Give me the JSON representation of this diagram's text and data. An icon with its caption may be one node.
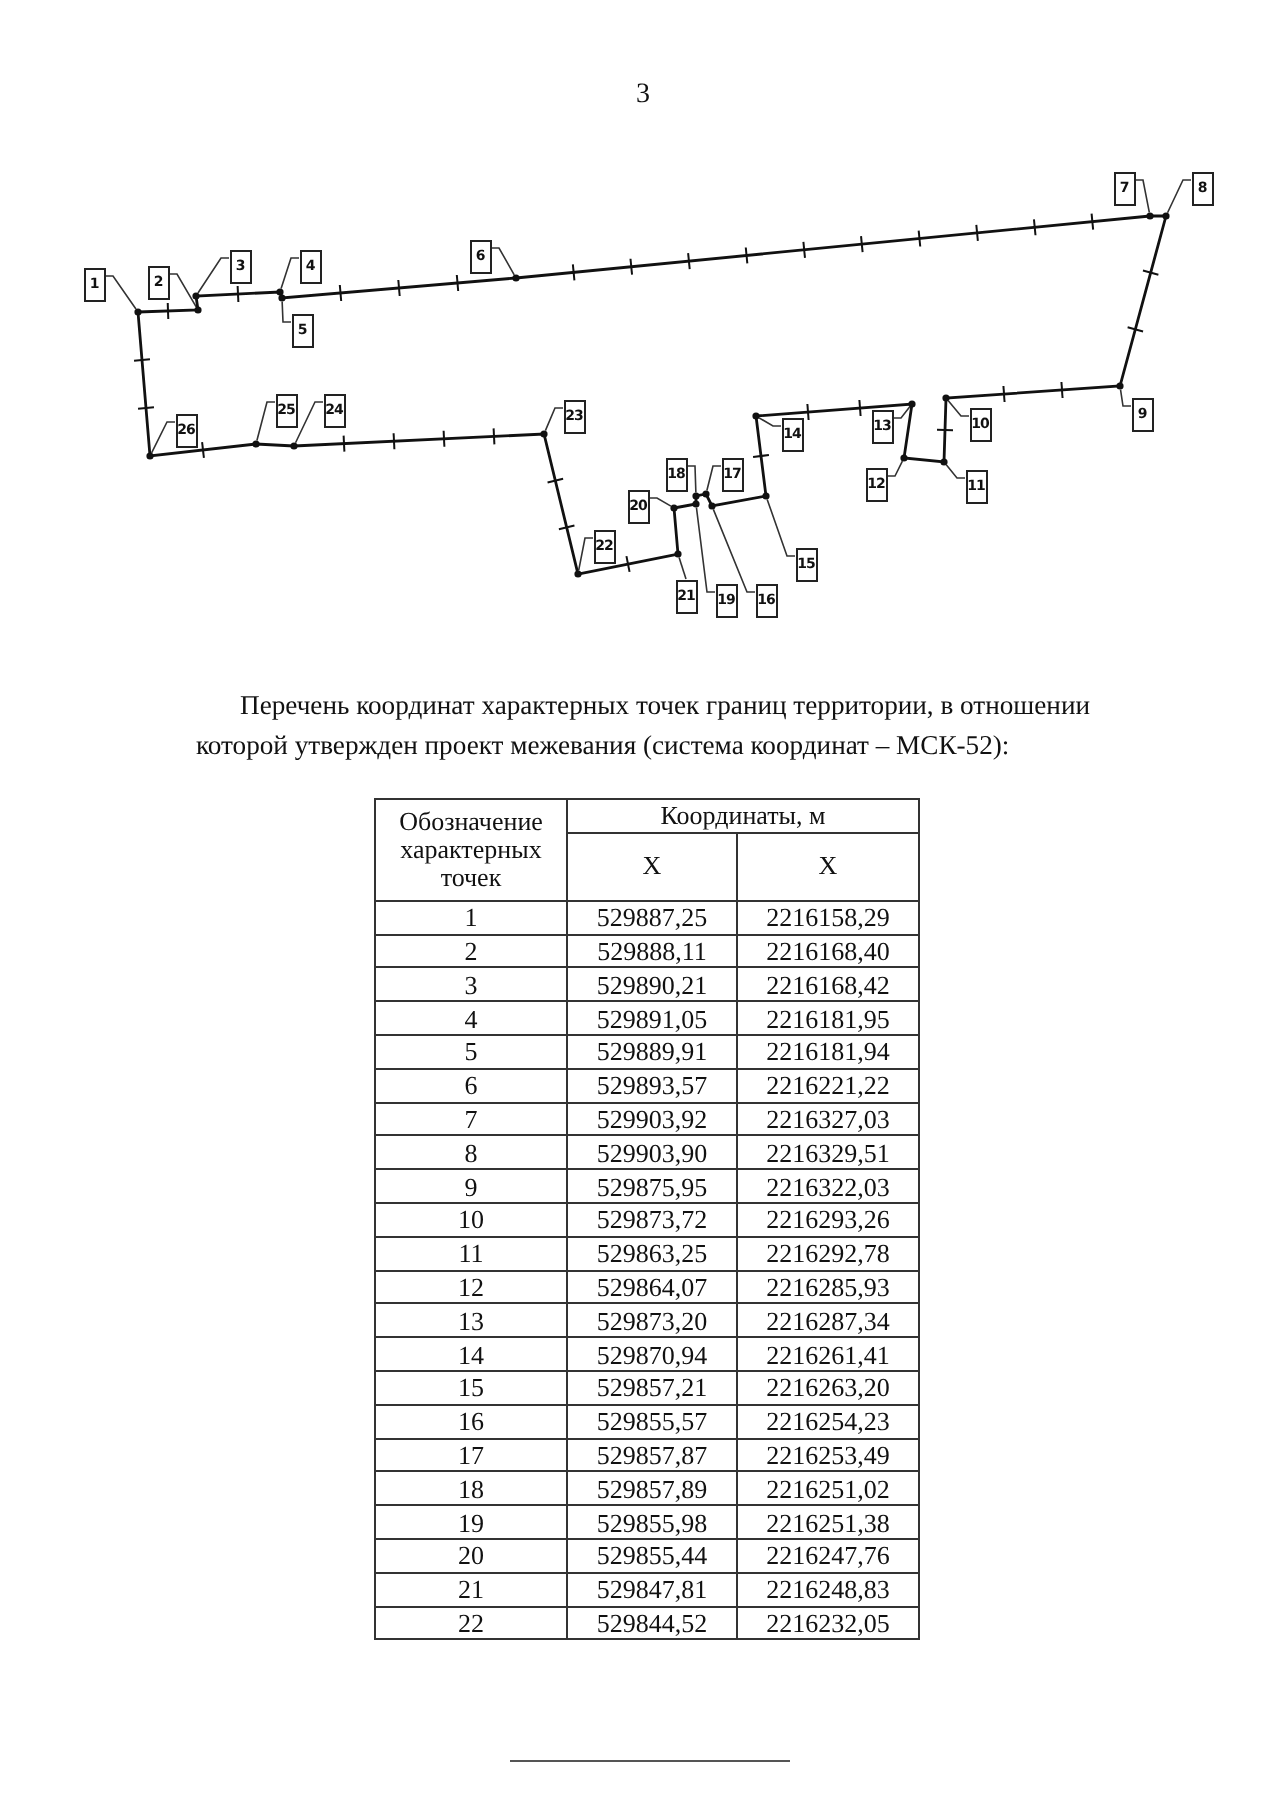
{
  "diagram": {
    "nodes": [
      {
        "text": [
          "1"
        ]
      },
      {
        "text": [
          "2"
        ]
      },
      {
        "text": [
          "3"
        ]
      },
      {
        "text": [
          "4"
        ]
      },
      {
        "text": [
          "5"
        ]
      },
      {
        "text": [
          "6"
        ]
      },
      {
        "text": [
          "7"
        ]
      },
      {
        "text": [
          "8"
        ]
      },
      {
        "text": [
          "9"
        ]
      },
      {
        "text": [
          "10"
        ]
      },
      {
        "text": [
          "11"
        ]
      },
      {
        "text": [
          "12"
        ]
      },
      {
        "text": [
          "13"
        ]
      },
      {
        "text": [
          "14"
        ]
      },
      {
        "text": [
          "15"
        ]
      },
      {
        "text": [
          "16"
        ]
      },
      {
        "text": [
          "17"
        ]
      },
      {
        "text": [
          "18"
        ]
      },
      {
        "text": [
          "19"
        ]
      },
      {
        "text": [
          "20"
        ]
      },
      {
        "text": [
          "21"
        ]
      },
      {
        "text": [
          "22"
        ]
      },
      {
        "text": [
          "23"
        ]
      },
      {
        "text": [
          "24"
        ]
      },
      {
        "text": [
          "25"
        ]
      },
      {
        "text": [
          "26"
        ]
      },
      {
        "text": [],
        "shape": "circle"
      },
      {
        "text": [],
        "shape": "circle"
      },
      {
        "text": [],
        "shape": "circle"
      },
      {
        "text": [],
        "shape": "circle"
      },
      {
        "text": [],
        "shape": "circle"
      },
      {
        "text": [],
        "shape": "circle"
      },
      {
        "text": [],
        "shape": "circle"
      },
      {
        "text": [],
        "shape": "circle"
      },
      {
        "text": [],
        "shape": "circle"
      },
      {
        "text": [],
        "shape": "circle"
      },
      {
        "text": [],
        "shape": "circle"
      },
      {
        "text": [],
        "shape": "circle"
      },
      {
        "text": [],
        "shape": "circle"
      },
      {
        "text": [],
        "shape": "circle"
      },
      {
        "text": [],
        "shape": "circle"
      },
      {
        "text": [],
        "shape": "circle"
      },
      {
        "text": [],
        "shape": "circle"
      },
      {
        "text": [],
        "shape": "circle"
      },
      {
        "text": [],
        "shape": "circle"
      },
      {
        "text": [],
        "shape": "circle"
      },
      {
        "text": [],
        "shape": "circle"
      },
      {
        "text": [],
        "shape": "circle"
      },
      {
        "text": [],
        "shape": "circle"
      },
      {
        "text": [],
        "shape": "circle"
      },
      {
        "text": [],
        "shape": "circle"
      },
      {
        "text": [],
        "shape": "circle"
      }
    ],
    "edges": [
      {
        "from": 0,
        "to": 26,
        "arrow": "none"
      },
      {
        "from": 1,
        "to": 27,
        "arrow": "none"
      },
      {
        "from": 2,
        "to": 28,
        "arrow": "none"
      },
      {
        "from": 3,
        "to": 29,
        "arrow": "none"
      },
      {
        "from": 4,
        "to": 30,
        "arrow": "none"
      },
      {
        "from": 5,
        "to": 31,
        "arrow": "none"
      },
      {
        "from": 6,
        "to": 32,
        "arrow": "none"
      },
      {
        "from": 7,
        "to": 33,
        "arrow": "none"
      },
      {
        "from": 8,
        "to": 34,
        "arrow": "none"
      },
      {
        "from": 9,
        "to": 35,
        "arrow": "none"
      },
      {
        "from": 10,
        "to": 36,
        "arrow": "none"
      },
      {
        "from": 11,
        "to": 37,
        "arrow": "none"
      },
      {
        "from": 12,
        "to": 38,
        "arrow": "none"
      },
      {
        "from": 13,
        "to": 39,
        "arrow": "none"
      },
      {
        "from": 14,
        "to": 40,
        "arrow": "none"
      },
      {
        "from": 15,
        "to": 41,
        "arrow": "none"
      },
      {
        "from": 16,
        "to": 42,
        "arrow": "none"
      },
      {
        "from": 17,
        "to": 43,
        "arrow": "none"
      },
      {
        "from": 18,
        "to": 44,
        "arrow": "none"
      },
      {
        "from": 19,
        "to": 45,
        "arrow": "none"
      },
      {
        "from": 20,
        "to": 46,
        "arrow": "none"
      },
      {
        "from": 21,
        "to": 47,
        "arrow": "none"
      },
      {
        "from": 22,
        "to": 48,
        "arrow": "none"
      },
      {
        "from": 23,
        "to": 49,
        "arrow": "none"
      },
      {
        "from": 24,
        "to": 50,
        "arrow": "none"
      },
      {
        "from": 25,
        "to": 51,
        "arrow": "none"
      }
    ],
    "labels": [
      "3",
      "Перечень координат характерных точек границ территории, в отношении которой утвержден проект межевания (система координат – МСК-52):",
      "Обозначение характерных точек",
      "Координаты, м",
      "X",
      "X",
      "1",
      "529887,25",
      "2216158,29",
      "2",
      "529888,11",
      "2216168,40",
      "3",
      "529890,21",
      "2216168,42",
      "4",
      "529891,05",
      "2216181,95",
      "5",
      "529889,91",
      "2216181,94",
      "6",
      "529893,57",
      "2216221,22",
      "7",
      "529903,92",
      "2216327,03",
      "8",
      "529903,90",
      "2216329,51",
      "9",
      "529875,95",
      "2216322,03",
      "10",
      "529873,72",
      "2216293,26",
      "11",
      "529863,25",
      "2216292,78",
      "12",
      "529864,07",
      "2216285,93",
      "13",
      "529873,20",
      "2216287,34",
      "14",
      "529870,94",
      "2216261,41",
      "15",
      "529857,21",
      "2216263,20",
      "16",
      "529855,57",
      "2216254,23",
      "17",
      "529857,87",
      "2216253,49",
      "18",
      "529857,89",
      "2216251,02",
      "19",
      "529855,98",
      "2216251,38",
      "20",
      "529855,44",
      "2216247,76",
      "21",
      "529847,81",
      "2216248,83",
      "22",
      "529844,52",
      "2216232,05"
    ]
  }
}
